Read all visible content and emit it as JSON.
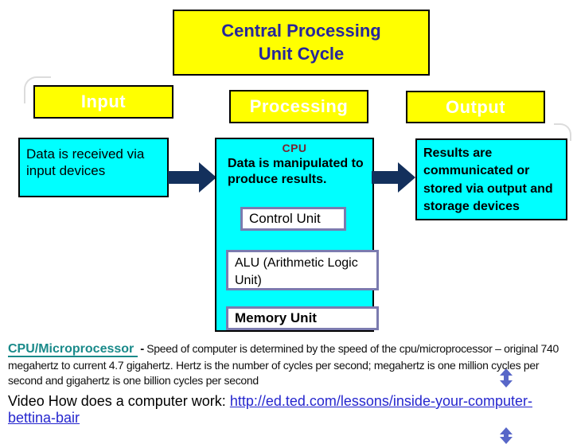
{
  "slide": {
    "title": "Central Processing\nUnit Cycle",
    "columns": {
      "input": {
        "header": "Input",
        "body": "Data is received via input devices"
      },
      "processing": {
        "header": "Processing",
        "cpu_label": "CPU",
        "body": "Data is manipulated to produce results.",
        "units": [
          "Control Unit",
          "ALU (Arithmetic Logic Unit)",
          "Memory Unit"
        ]
      },
      "output": {
        "header": "Output",
        "body": "Results are communicated or stored via output and storage devices"
      }
    },
    "footer": {
      "heading": "CPU/Microprocessor",
      "separator": "-",
      "body": "Speed of computer is determined by the speed of the cpu/microprocessor – original 740 megahertz to current 4.7 gigahertz.  Hertz is the number of cycles per second; megahertz is one million cycles per second and gigahertz is one billion cycles per second",
      "video_label": "Video How does a computer work: ",
      "video_link": "http://ed.ted.com/lessons/inside-your-computer-bettina-bair"
    },
    "colors": {
      "box_yellow": "#FFFF00",
      "box_cyan": "#00FFFF",
      "title_text": "#26269C",
      "header_text": "#FFFFFF",
      "block_arrow": "#13305C",
      "unit_border": "#7B7BAF",
      "unit_arrow": "#5867C8",
      "cpu_label": "#7A2430",
      "footer_heading": "#1A8A8A",
      "link": "#2526CE"
    }
  }
}
